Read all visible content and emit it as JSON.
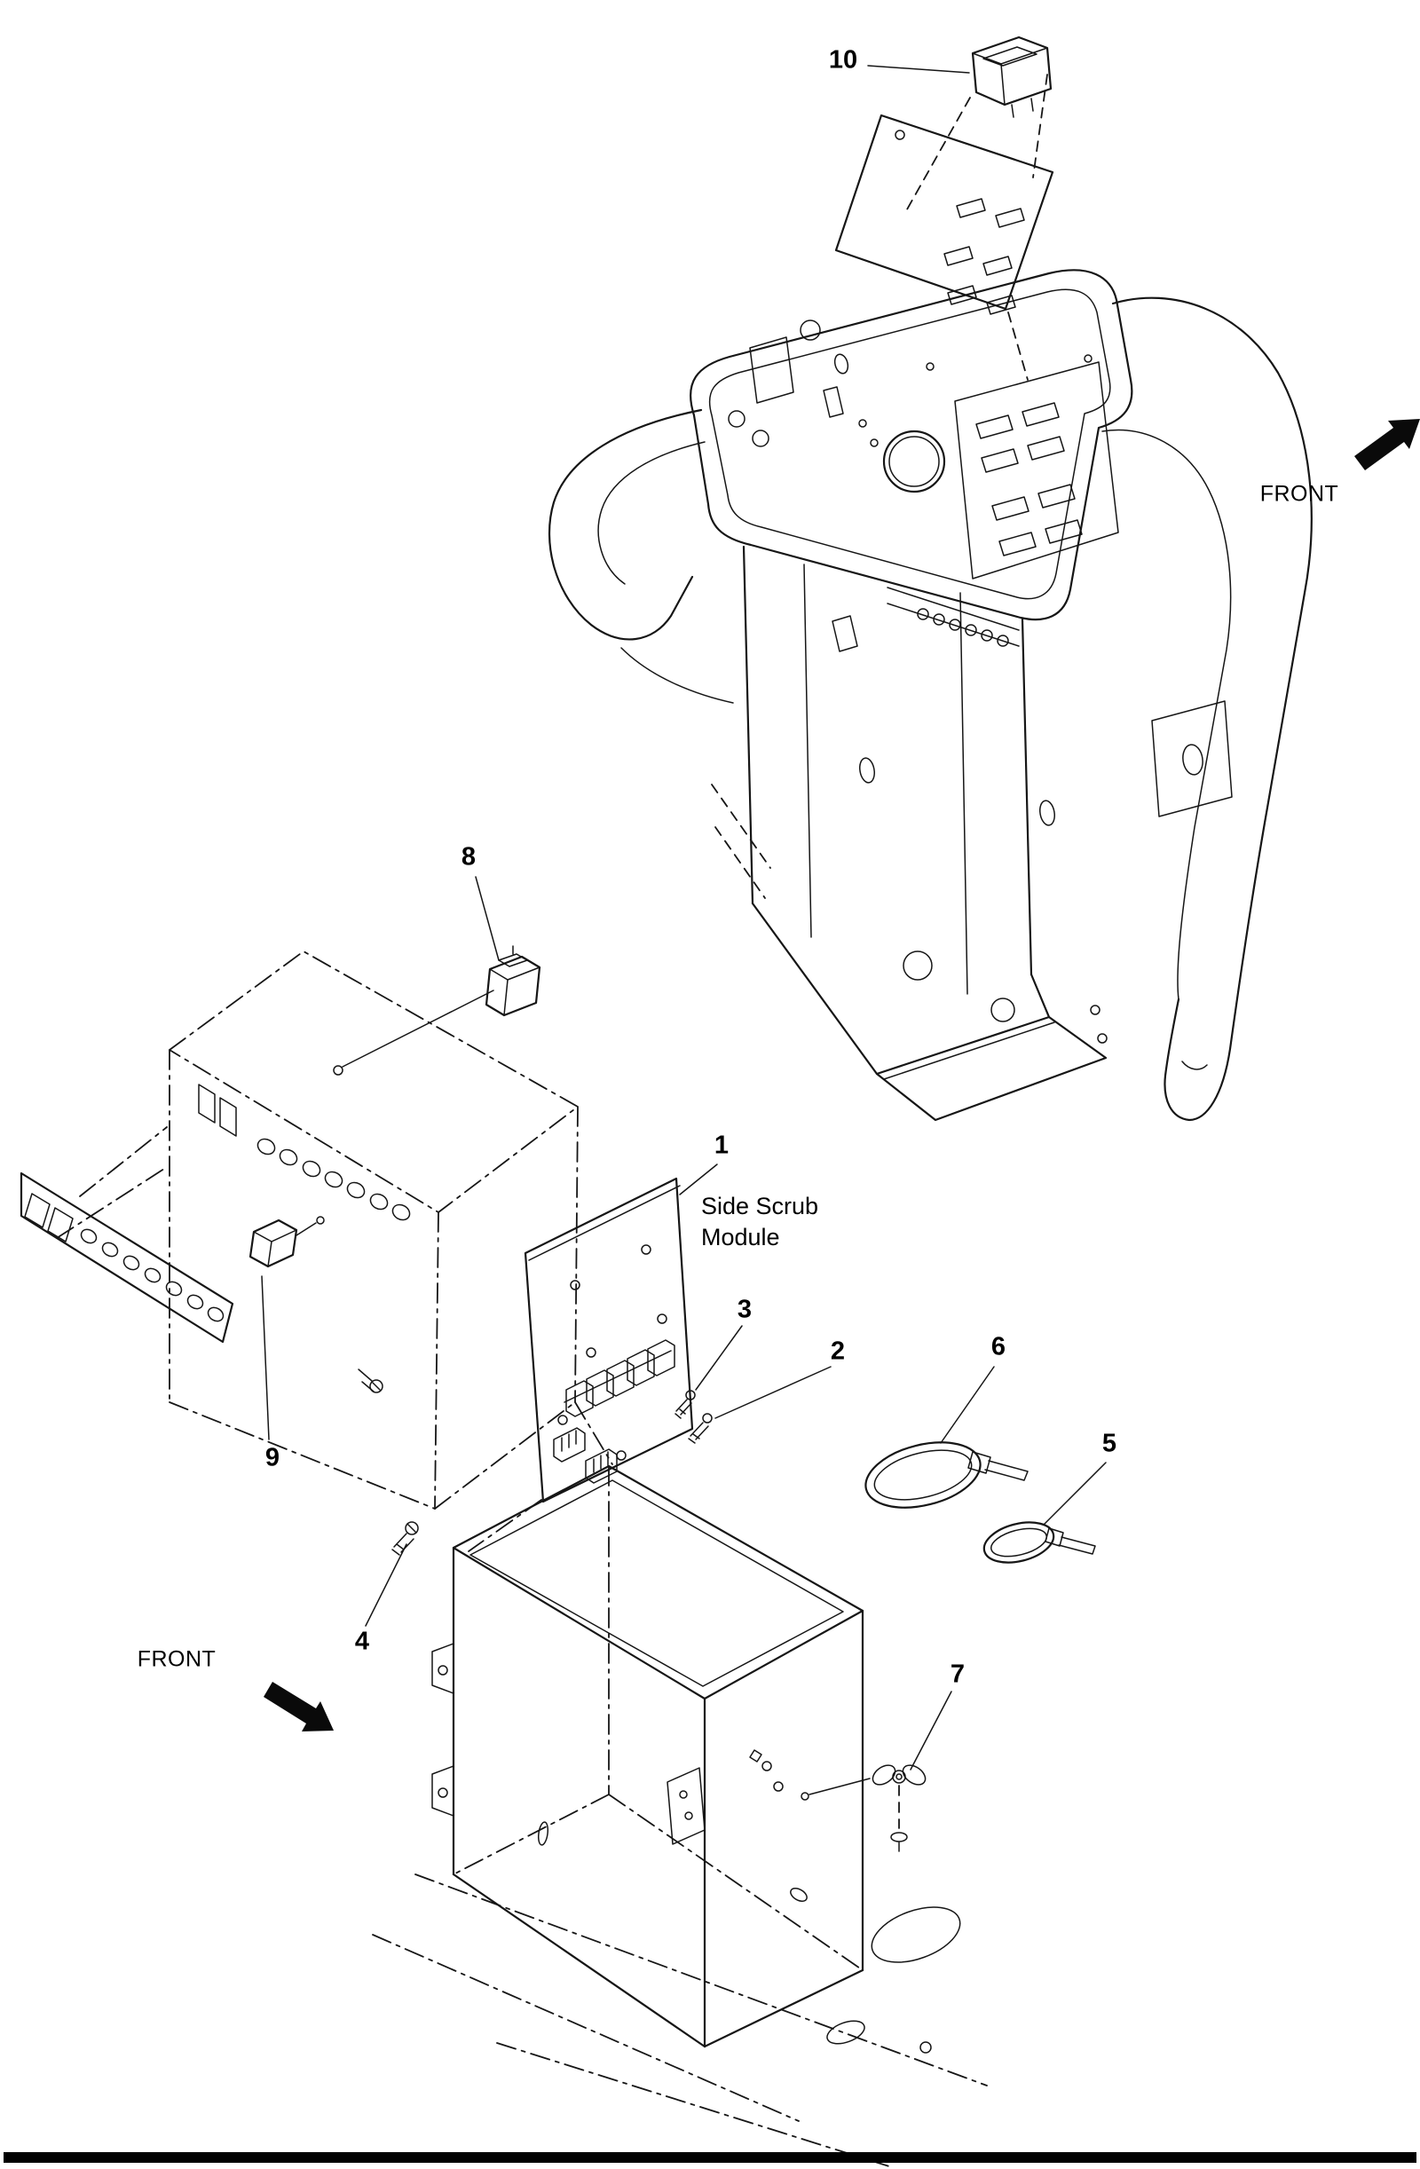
{
  "figure": {
    "labels": {
      "front_upper": "FRONT",
      "front_lower": "FRONT",
      "module_line1": "Side Scrub",
      "module_line2": "Module"
    },
    "callouts": {
      "c1": "1",
      "c2": "2",
      "c3": "3",
      "c4": "4",
      "c5": "5",
      "c6": "6",
      "c7": "7",
      "c8": "8",
      "c9": "9",
      "c10": "10"
    },
    "colors": {
      "line": "#161616",
      "background": "#ffffff",
      "footer_bar": "#000000"
    }
  }
}
